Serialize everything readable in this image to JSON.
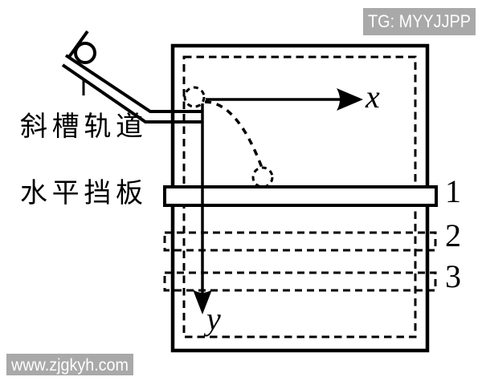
{
  "figure": {
    "labels": {
      "chute_track": "斜槽轨道",
      "baffle": "水平挡板",
      "x_axis": "x",
      "y_axis": "y",
      "board1": "1",
      "board2": "2",
      "board3": "3"
    },
    "colors": {
      "ink": "#000000",
      "background": "#ffffff",
      "watermark_bg": "#a9a9a9",
      "watermark_text": "#ffffff"
    }
  },
  "watermarks": {
    "top_right": "TG: MYYJJPP",
    "bottom_left": "www.zjgkyh.com"
  }
}
